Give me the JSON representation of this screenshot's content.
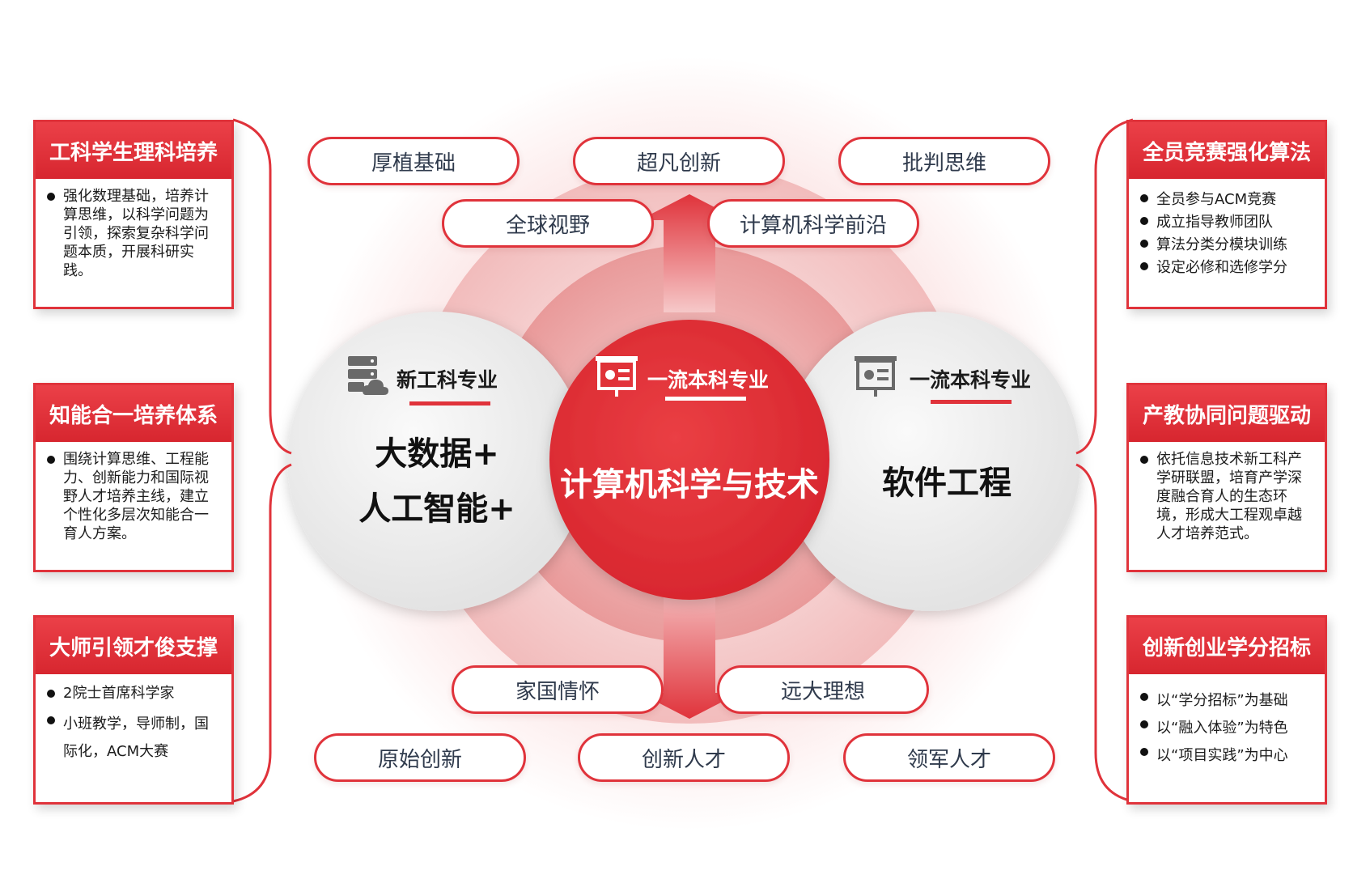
{
  "center": {
    "tag": "一流本科专业",
    "title": "计算机科学与技术"
  },
  "left_circle": {
    "tag": "新工科专业",
    "line1": "大数据+",
    "line2": "人工智能+"
  },
  "right_circle": {
    "tag": "一流本科专业",
    "title": "软件工程"
  },
  "top_pills": [
    "厚植基础",
    "超凡创新",
    "批判思维",
    "全球视野",
    "计算机科学前沿"
  ],
  "bottom_pills": [
    "家国情怀",
    "远大理想",
    "原始创新",
    "创新人才",
    "领军人才"
  ],
  "left_boxes": [
    {
      "title": "工科学生理科培养",
      "items": [
        "强化数理基础，培养计算思维，以科学问题为引领，探索复杂科学问题本质，开展科研实践。"
      ]
    },
    {
      "title": "知能合一培养体系",
      "items": [
        "围绕计算思维、工程能力、创新能力和国际视野人才培养主线，建立个性化多层次知能合一育人方案。"
      ]
    },
    {
      "title": "大师引领才俊支撑",
      "items": [
        "2院士首席科学家",
        "小班教学，导师制，国际化，ACM大赛"
      ]
    }
  ],
  "right_boxes": [
    {
      "title": "全员竞赛强化算法",
      "items": [
        "全员参与ACM竞赛",
        "成立指导教师团队",
        "算法分类分模块训练",
        "设定必修和选修学分"
      ]
    },
    {
      "title": "产教协同问题驱动",
      "items": [
        "依托信息技术新工科产学研联盟，培育产学深度融合育人的生态环境，形成大工程观卓越人才培养范式。"
      ]
    },
    {
      "title": "创新创业学分招标",
      "items": [
        "以“学分招标”为基础",
        "以“融入体验”为特色",
        "以“项目实践”为中心"
      ]
    }
  ],
  "colors": {
    "accent": "#e0333b",
    "center_fill": "#e3333a",
    "side_fill": "#f0f0f0",
    "pill_text": "#2f3a4c"
  },
  "icons": {
    "left": "server-cloud-icon",
    "center": "presentation-board-icon",
    "right": "presentation-board-icon"
  }
}
